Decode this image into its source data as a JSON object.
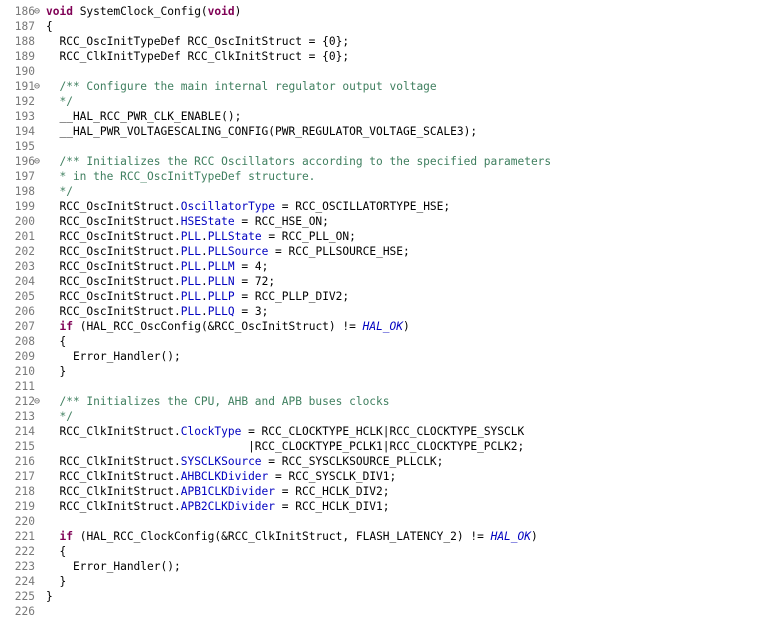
{
  "editor": {
    "lines": [
      {
        "num": "186",
        "fold": "⊖",
        "tokens": [
          {
            "t": "void",
            "c": "kw"
          },
          {
            "t": " SystemClock_Config(",
            "c": "pl"
          },
          {
            "t": "void",
            "c": "kw"
          },
          {
            "t": ")",
            "c": "pl"
          }
        ]
      },
      {
        "num": "187",
        "fold": "",
        "tokens": [
          {
            "t": "{",
            "c": "pl"
          }
        ]
      },
      {
        "num": "188",
        "fold": "",
        "tokens": [
          {
            "t": "  RCC_OscInitTypeDef RCC_OscInitStruct = {0};",
            "c": "pl"
          }
        ]
      },
      {
        "num": "189",
        "fold": "",
        "tokens": [
          {
            "t": "  RCC_ClkInitTypeDef RCC_ClkInitStruct = {0};",
            "c": "pl"
          }
        ]
      },
      {
        "num": "190",
        "fold": "",
        "tokens": []
      },
      {
        "num": "191",
        "fold": "⊖",
        "tokens": [
          {
            "t": "  /** Configure the main internal regulator output voltage",
            "c": "cm"
          }
        ]
      },
      {
        "num": "192",
        "fold": "",
        "tokens": [
          {
            "t": "  */",
            "c": "cm"
          }
        ]
      },
      {
        "num": "193",
        "fold": "",
        "tokens": [
          {
            "t": "  __HAL_RCC_PWR_CLK_ENABLE();",
            "c": "pl"
          }
        ]
      },
      {
        "num": "194",
        "fold": "",
        "tokens": [
          {
            "t": "  __HAL_PWR_VOLTAGESCALING_CONFIG(PWR_REGULATOR_VOLTAGE_SCALE3);",
            "c": "pl"
          }
        ]
      },
      {
        "num": "195",
        "fold": "",
        "tokens": []
      },
      {
        "num": "196",
        "fold": "⊖",
        "tokens": [
          {
            "t": "  /** Initializes the RCC Oscillators according to the specified parameters",
            "c": "cm"
          }
        ]
      },
      {
        "num": "197",
        "fold": "",
        "tokens": [
          {
            "t": "  * in the RCC_OscInitTypeDef structure.",
            "c": "cm"
          }
        ]
      },
      {
        "num": "198",
        "fold": "",
        "tokens": [
          {
            "t": "  */",
            "c": "cm"
          }
        ]
      },
      {
        "num": "199",
        "fold": "",
        "tokens": [
          {
            "t": "  RCC_OscInitStruct.",
            "c": "pl"
          },
          {
            "t": "OscillatorType",
            "c": "fld"
          },
          {
            "t": " = RCC_OSCILLATORTYPE_HSE;",
            "c": "pl"
          }
        ]
      },
      {
        "num": "200",
        "fold": "",
        "tokens": [
          {
            "t": "  RCC_OscInitStruct.",
            "c": "pl"
          },
          {
            "t": "HSEState",
            "c": "fld"
          },
          {
            "t": " = RCC_HSE_ON;",
            "c": "pl"
          }
        ]
      },
      {
        "num": "201",
        "fold": "",
        "tokens": [
          {
            "t": "  RCC_OscInitStruct.",
            "c": "pl"
          },
          {
            "t": "PLL",
            "c": "fld"
          },
          {
            "t": ".",
            "c": "pl"
          },
          {
            "t": "PLLState",
            "c": "fld"
          },
          {
            "t": " = RCC_PLL_ON;",
            "c": "pl"
          }
        ]
      },
      {
        "num": "202",
        "fold": "",
        "tokens": [
          {
            "t": "  RCC_OscInitStruct.",
            "c": "pl"
          },
          {
            "t": "PLL",
            "c": "fld"
          },
          {
            "t": ".",
            "c": "pl"
          },
          {
            "t": "PLLSource",
            "c": "fld"
          },
          {
            "t": " = RCC_PLLSOURCE_HSE;",
            "c": "pl"
          }
        ]
      },
      {
        "num": "203",
        "fold": "",
        "tokens": [
          {
            "t": "  RCC_OscInitStruct.",
            "c": "pl"
          },
          {
            "t": "PLL",
            "c": "fld"
          },
          {
            "t": ".",
            "c": "pl"
          },
          {
            "t": "PLLM",
            "c": "fld"
          },
          {
            "t": " = 4;",
            "c": "pl"
          }
        ]
      },
      {
        "num": "204",
        "fold": "",
        "tokens": [
          {
            "t": "  RCC_OscInitStruct.",
            "c": "pl"
          },
          {
            "t": "PLL",
            "c": "fld"
          },
          {
            "t": ".",
            "c": "pl"
          },
          {
            "t": "PLLN",
            "c": "fld"
          },
          {
            "t": " = 72;",
            "c": "pl"
          }
        ]
      },
      {
        "num": "205",
        "fold": "",
        "tokens": [
          {
            "t": "  RCC_OscInitStruct.",
            "c": "pl"
          },
          {
            "t": "PLL",
            "c": "fld"
          },
          {
            "t": ".",
            "c": "pl"
          },
          {
            "t": "PLLP",
            "c": "fld"
          },
          {
            "t": " = RCC_PLLP_DIV2;",
            "c": "pl"
          }
        ]
      },
      {
        "num": "206",
        "fold": "",
        "tokens": [
          {
            "t": "  RCC_OscInitStruct.",
            "c": "pl"
          },
          {
            "t": "PLL",
            "c": "fld"
          },
          {
            "t": ".",
            "c": "pl"
          },
          {
            "t": "PLLQ",
            "c": "fld"
          },
          {
            "t": " = 3;",
            "c": "pl"
          }
        ]
      },
      {
        "num": "207",
        "fold": "",
        "tokens": [
          {
            "t": "  ",
            "c": "pl"
          },
          {
            "t": "if",
            "c": "kw"
          },
          {
            "t": " (HAL_RCC_OscConfig(&RCC_OscInitStruct) != ",
            "c": "pl"
          },
          {
            "t": "HAL_OK",
            "c": "mac"
          },
          {
            "t": ")",
            "c": "pl"
          }
        ]
      },
      {
        "num": "208",
        "fold": "",
        "tokens": [
          {
            "t": "  {",
            "c": "pl"
          }
        ]
      },
      {
        "num": "209",
        "fold": "",
        "tokens": [
          {
            "t": "    Error_Handler();",
            "c": "pl"
          }
        ]
      },
      {
        "num": "210",
        "fold": "",
        "tokens": [
          {
            "t": "  }",
            "c": "pl"
          }
        ]
      },
      {
        "num": "211",
        "fold": "",
        "tokens": []
      },
      {
        "num": "212",
        "fold": "⊖",
        "tokens": [
          {
            "t": "  /** Initializes the CPU, AHB and APB buses clocks",
            "c": "cm"
          }
        ]
      },
      {
        "num": "213",
        "fold": "",
        "tokens": [
          {
            "t": "  */",
            "c": "cm"
          }
        ]
      },
      {
        "num": "214",
        "fold": "",
        "tokens": [
          {
            "t": "  RCC_ClkInitStruct.",
            "c": "pl"
          },
          {
            "t": "ClockType",
            "c": "fld"
          },
          {
            "t": " = RCC_CLOCKTYPE_HCLK|RCC_CLOCKTYPE_SYSCLK",
            "c": "pl"
          }
        ]
      },
      {
        "num": "215",
        "fold": "",
        "tokens": [
          {
            "t": "                              |RCC_CLOCKTYPE_PCLK1|RCC_CLOCKTYPE_PCLK2;",
            "c": "pl"
          }
        ]
      },
      {
        "num": "216",
        "fold": "",
        "tokens": [
          {
            "t": "  RCC_ClkInitStruct.",
            "c": "pl"
          },
          {
            "t": "SYSCLKSource",
            "c": "fld"
          },
          {
            "t": " = RCC_SYSCLKSOURCE_PLLCLK;",
            "c": "pl"
          }
        ]
      },
      {
        "num": "217",
        "fold": "",
        "tokens": [
          {
            "t": "  RCC_ClkInitStruct.",
            "c": "pl"
          },
          {
            "t": "AHBCLKDivider",
            "c": "fld"
          },
          {
            "t": " = RCC_SYSCLK_DIV1;",
            "c": "pl"
          }
        ]
      },
      {
        "num": "218",
        "fold": "",
        "tokens": [
          {
            "t": "  RCC_ClkInitStruct.",
            "c": "pl"
          },
          {
            "t": "APB1CLKDivider",
            "c": "fld"
          },
          {
            "t": " = RCC_HCLK_DIV2;",
            "c": "pl"
          }
        ]
      },
      {
        "num": "219",
        "fold": "",
        "tokens": [
          {
            "t": "  RCC_ClkInitStruct.",
            "c": "pl"
          },
          {
            "t": "APB2CLKDivider",
            "c": "fld"
          },
          {
            "t": " = RCC_HCLK_DIV1;",
            "c": "pl"
          }
        ]
      },
      {
        "num": "220",
        "fold": "",
        "tokens": []
      },
      {
        "num": "221",
        "fold": "",
        "tokens": [
          {
            "t": "  ",
            "c": "pl"
          },
          {
            "t": "if",
            "c": "kw"
          },
          {
            "t": " (HAL_RCC_ClockConfig(&RCC_ClkInitStruct, FLASH_LATENCY_2) != ",
            "c": "pl"
          },
          {
            "t": "HAL_OK",
            "c": "mac"
          },
          {
            "t": ")",
            "c": "pl"
          }
        ]
      },
      {
        "num": "222",
        "fold": "",
        "tokens": [
          {
            "t": "  {",
            "c": "pl"
          }
        ]
      },
      {
        "num": "223",
        "fold": "",
        "tokens": [
          {
            "t": "    Error_Handler();",
            "c": "pl"
          }
        ]
      },
      {
        "num": "224",
        "fold": "",
        "tokens": [
          {
            "t": "  }",
            "c": "pl"
          }
        ]
      },
      {
        "num": "225",
        "fold": "",
        "tokens": [
          {
            "t": "}",
            "c": "pl"
          }
        ]
      },
      {
        "num": "226",
        "fold": "",
        "tokens": []
      }
    ]
  },
  "colors": {
    "keyword": "#7f0055",
    "comment": "#3f7f5f",
    "field": "#0000c0",
    "line_number": "#787878",
    "text": "#000000"
  },
  "icons": {
    "fold": "fold-collapse-icon"
  }
}
